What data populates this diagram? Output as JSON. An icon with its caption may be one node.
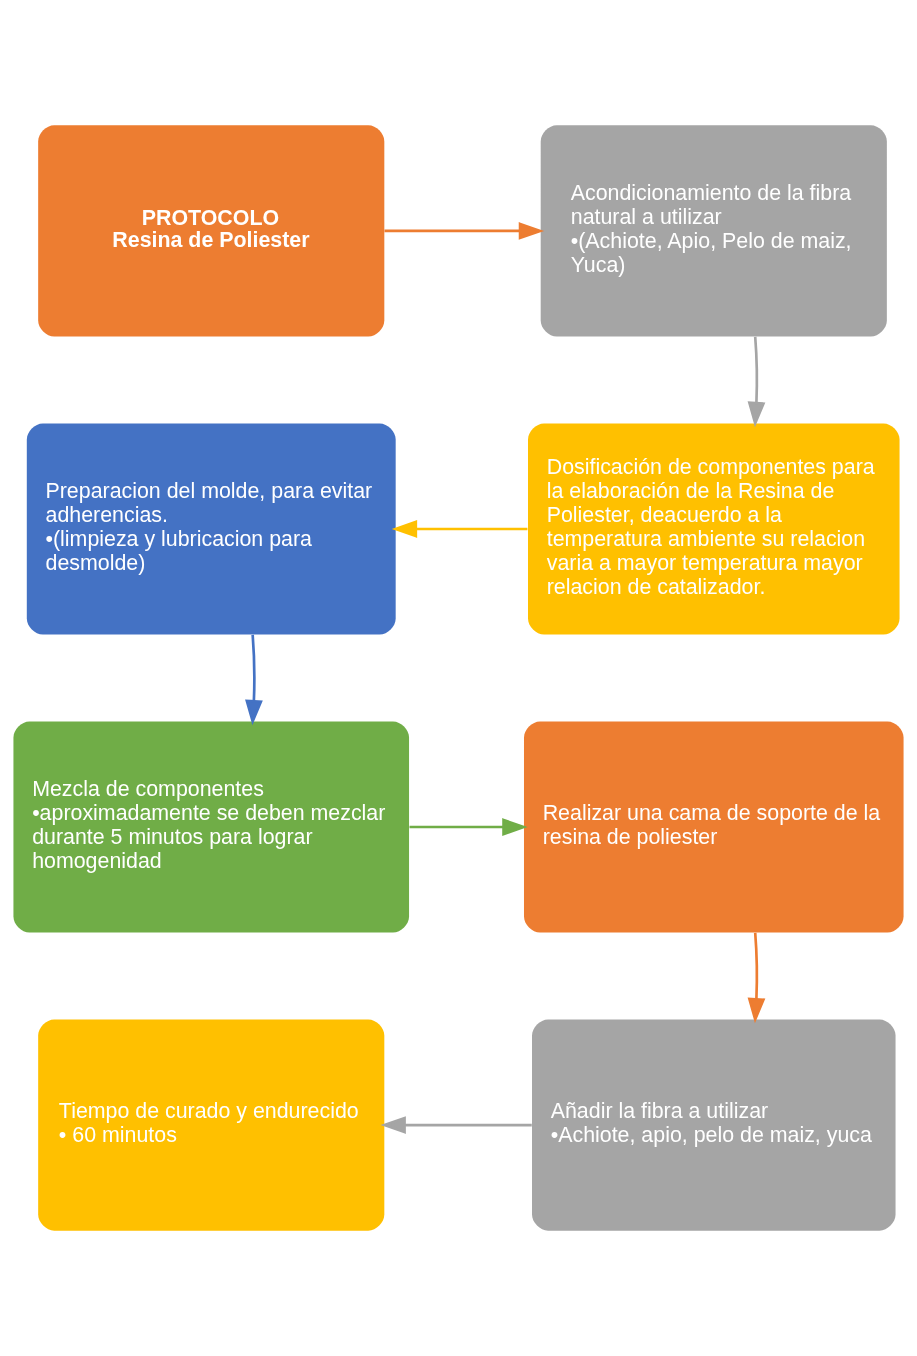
{
  "diagram": {
    "nodes": [
      {
        "text": [
          "PROTOCOLO",
          "Resina de Poliester"
        ]
      },
      {
        "text": [
          "Acondicionamiento de la fibra natural a utilizar",
          "•(Achiote, Apio, Pelo de maiz, Yuca)"
        ]
      },
      {
        "text": [
          "Dosificación de componentes para la elaboración de la Resina de Poliester, deacuerdo a la temperatura ambiente su relacion varia a mayor temperatura mayor relacion de catalizador."
        ]
      },
      {
        "text": [
          "Preparacion del molde, para evitar adherencias.",
          "•(limpieza y lubricacion para desmolde)"
        ]
      },
      {
        "text": [
          "Mezcla de componentes",
          "•aproximadamente se deben mezclar durante 5 minutos para lograr homogenidad"
        ]
      },
      {
        "text": [
          "Realizar una cama de soporte de la resina de poliester"
        ]
      },
      {
        "text": [
          "Añadir la fibra a utilizar",
          "•Achiote, apio, pelo de maiz, yuca"
        ]
      },
      {
        "text": [
          "Tiempo de curado y endurecido",
          "• 60 minutos"
        ]
      }
    ],
    "edges": [
      {
        "from": 0,
        "to": 1,
        "arrow": "to",
        "color": "#ed7d31"
      },
      {
        "from": 1,
        "to": 2,
        "arrow": "to",
        "color": "#a5a5a5"
      },
      {
        "from": 2,
        "to": 3,
        "arrow": "to",
        "color": "#ffc000"
      },
      {
        "from": 3,
        "to": 4,
        "arrow": "to",
        "color": "#4472c4"
      },
      {
        "from": 4,
        "to": 5,
        "arrow": "to",
        "color": "#70ad47"
      },
      {
        "from": 5,
        "to": 6,
        "arrow": "to",
        "color": "#ed7d31"
      },
      {
        "from": 6,
        "to": 7,
        "arrow": "to",
        "color": "#a5a5a5"
      }
    ]
  }
}
